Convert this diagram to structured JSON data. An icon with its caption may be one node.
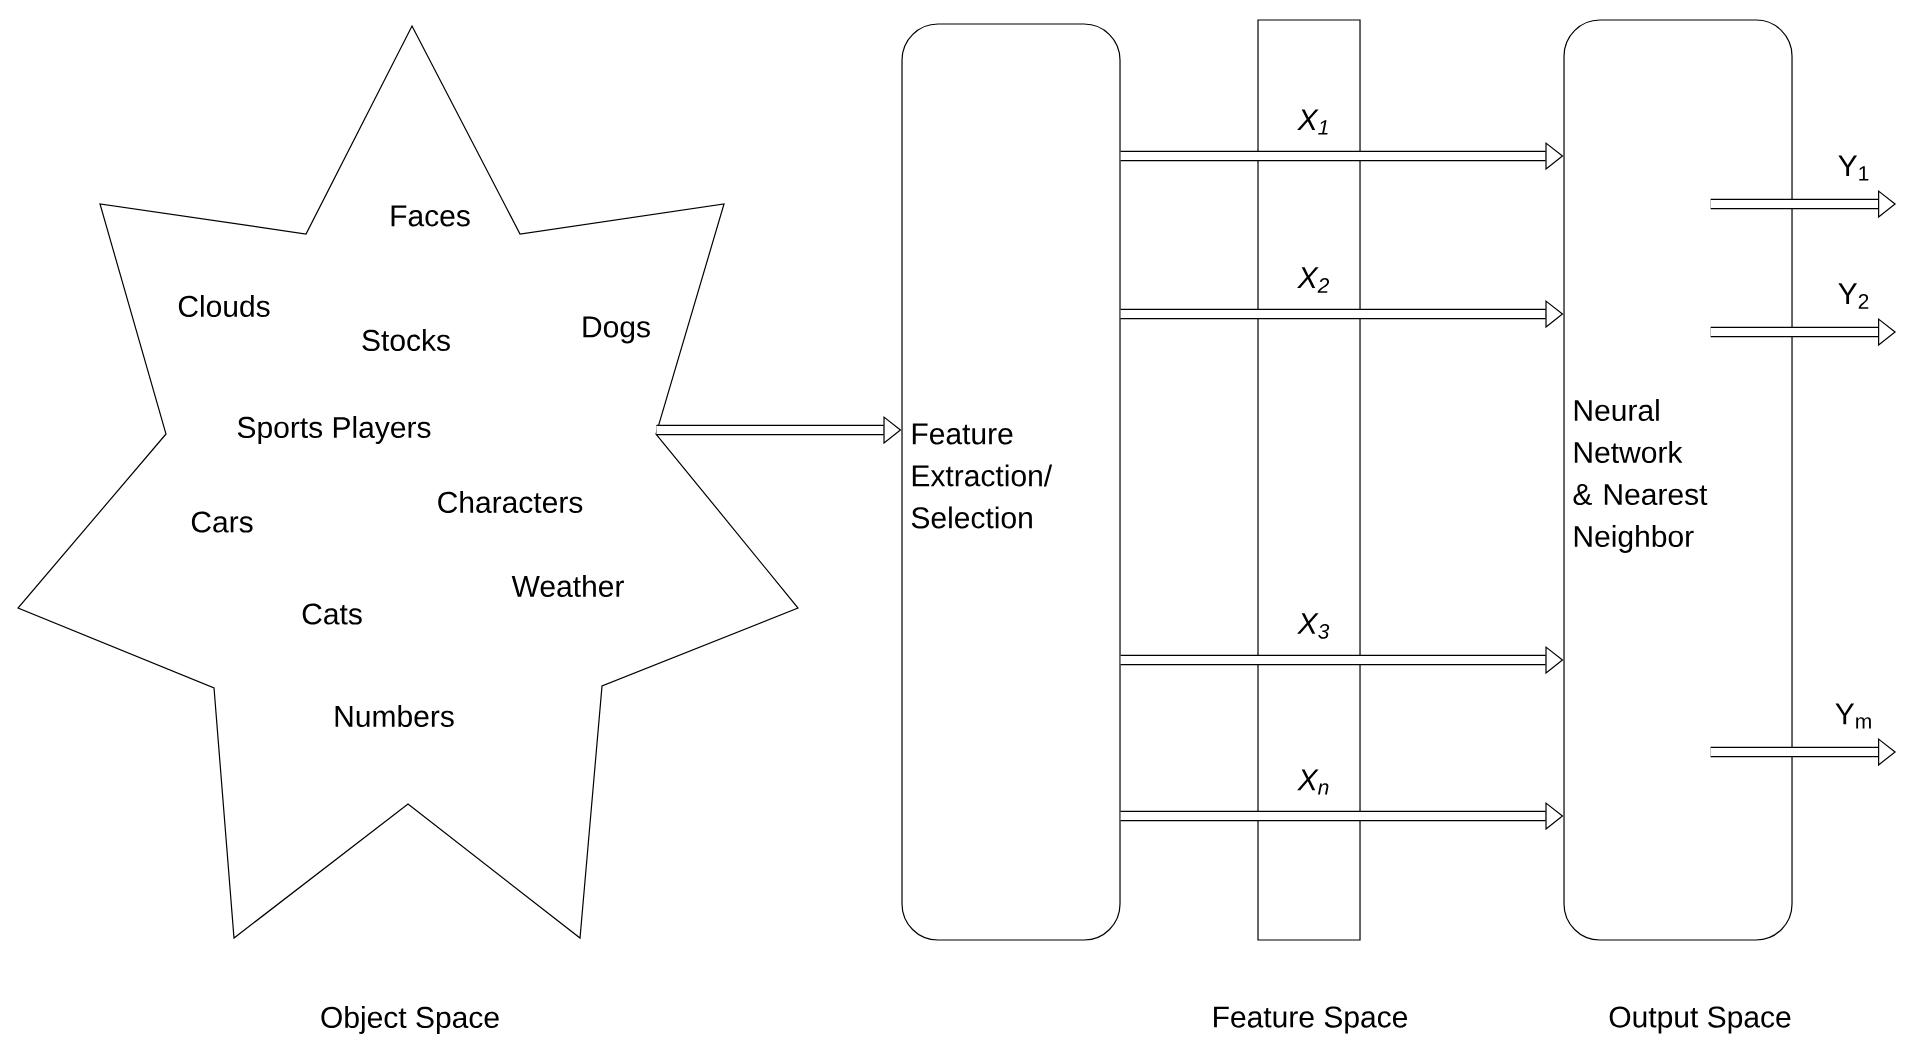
{
  "diagram": {
    "nodes": [
      {
        "text": [
          "Faces",
          "Clouds",
          "Stocks",
          "Dogs",
          "Sports Players",
          "Characters",
          "Cars",
          "Weather",
          "Cats",
          "Numbers"
        ],
        "beside": [
          "Object Space"
        ]
      },
      {
        "text": [
          "Feature Extraction/ Selection"
        ]
      },
      {
        "text": [
          "Neural Network & Nearest Neighbor"
        ],
        "beside": [
          "Output Space"
        ]
      }
    ],
    "edges": [
      {
        "from": 0,
        "to": 1,
        "arrow": "to"
      },
      {
        "from": 1,
        "to": 2,
        "arrow": "to",
        "label": "X$_{1}$"
      },
      {
        "from": 1,
        "to": 2,
        "arrow": "to",
        "label": "X$_{2}$"
      },
      {
        "from": 1,
        "to": 2,
        "arrow": "to",
        "label": "X$_{3}$"
      },
      {
        "from": 1,
        "to": 2,
        "arrow": "to",
        "label": "X$_{n}$"
      },
      {
        "from": 2,
        "to": null,
        "arrow": "to",
        "label": "Y$_{1}$"
      },
      {
        "from": 2,
        "to": null,
        "arrow": "to",
        "label": "Y$_{2}$"
      },
      {
        "from": 2,
        "to": null,
        "arrow": "to",
        "label": "Y$_{m}$"
      }
    ],
    "labels": [
      "Feature Space"
    ]
  }
}
